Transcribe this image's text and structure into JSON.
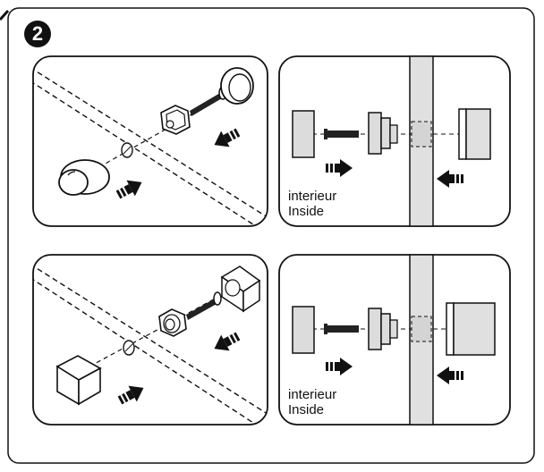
{
  "step_number": "2",
  "panels": [
    {
      "interior_label": "interieur",
      "inside_label": "Inside"
    },
    {
      "interior_label": "interieur",
      "inside_label": "Inside"
    }
  ]
}
